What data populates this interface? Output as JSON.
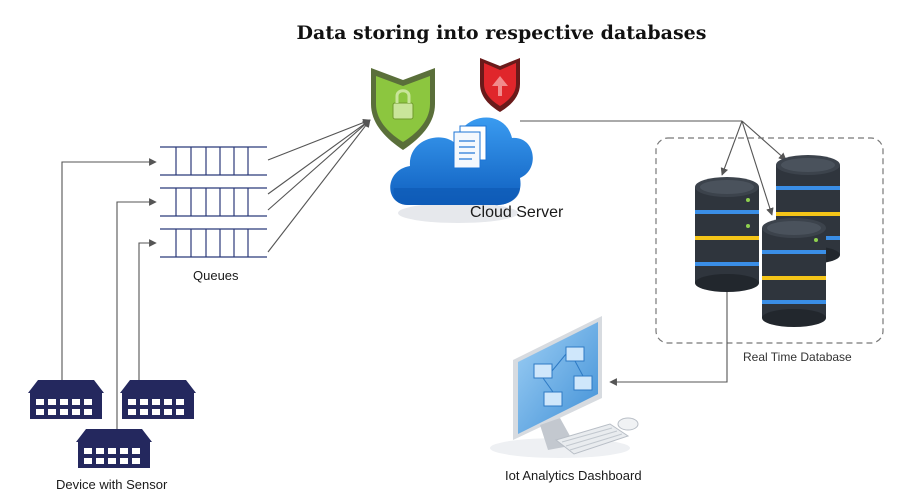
{
  "title": "Data storing into respective databases",
  "labels": {
    "queues": "Queues",
    "cloud_server": "Cloud Server",
    "real_time_database": "Real Time Database",
    "dashboard": "Iot Analytics Dashboard",
    "devices": "Device with Sensor"
  },
  "colors": {
    "device": "#24285e",
    "queue": "#2b3a7a",
    "cloud": "#1c74d6",
    "shield_green": "#8cc63f",
    "shield_red": "#e0262b",
    "db_body": "#2f353d",
    "db_blue_band": "#3a8ee6",
    "db_yellow_band": "#f5c518",
    "monitor_screen": "#5aa8e6"
  }
}
